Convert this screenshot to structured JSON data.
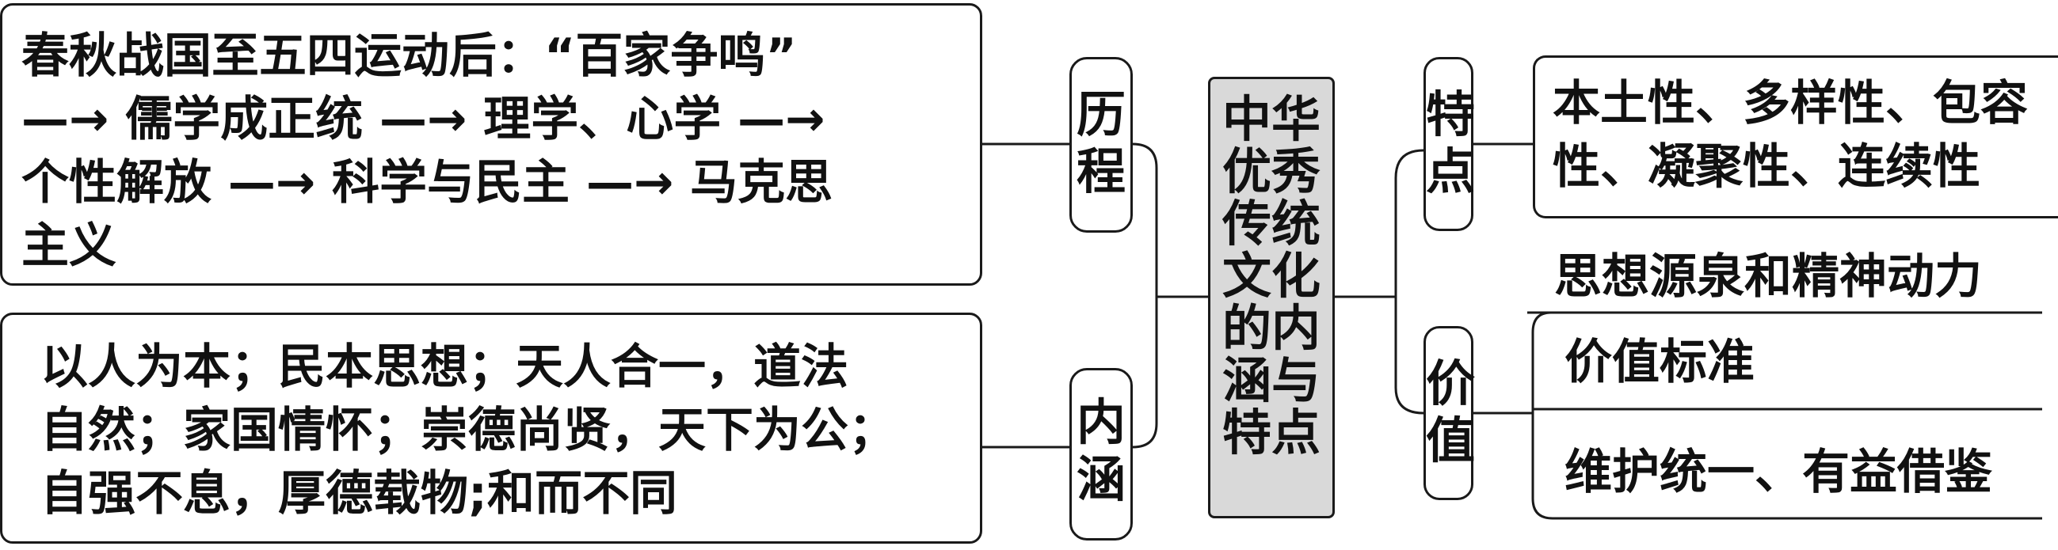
{
  "center_title": [
    "中华",
    "优秀",
    "传统",
    "文化",
    "的内",
    "涵与",
    "特点"
  ],
  "left": {
    "history": {
      "label": [
        "历",
        "程"
      ],
      "lines": [
        "春秋战国至五四运动后：“百家争鸣”",
        "—→ 儒学成正统 —→ 理学、心学 —→",
        "个性解放 —→ 科学与民主 —→ 马克思",
        "主义"
      ]
    },
    "connotation": {
      "label": [
        "内",
        "涵"
      ],
      "lines": [
        "以人为本；民本思想；天人合一，道法",
        "自然；家国情怀；崇德尚贤，天下为公；",
        "自强不息，厚德载物;和而不同"
      ]
    }
  },
  "right": {
    "features": {
      "label": [
        "特",
        "点"
      ],
      "lines": [
        "本土性、多样性、包容",
        "性、凝聚性、连续性"
      ]
    },
    "value": {
      "label": [
        "价",
        "值"
      ],
      "items": [
        "思想源泉和精神动力",
        "价值标准",
        "维护统一、有益借鉴"
      ]
    }
  }
}
